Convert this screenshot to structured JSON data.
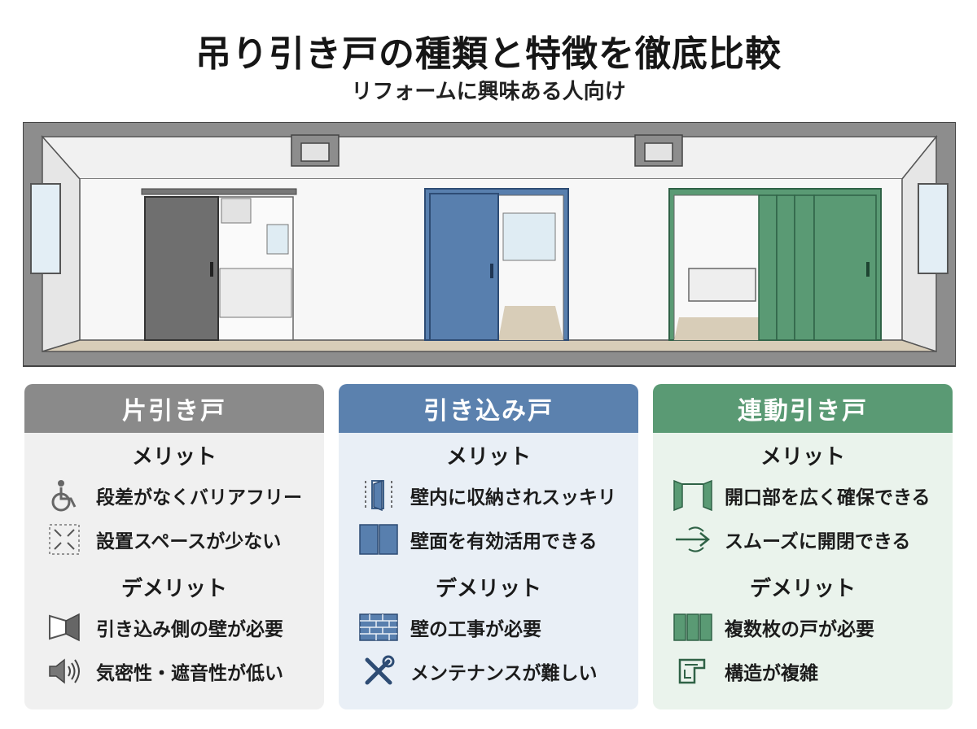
{
  "title": "吊り引き戸の種類と特徴を徹底比較",
  "subtitle": "リフォームに興味ある人向け",
  "colors": {
    "gray_header": "#8a8a8a",
    "blue_header": "#5b81ae",
    "green_header": "#5a9a74",
    "blue_door": "#587fae",
    "green_door": "#5a9a74",
    "gray_door": "#6f6f6f"
  },
  "panels": [
    {
      "name": "片引き戸",
      "merit_title": "メリット",
      "merits": [
        {
          "icon": "wheelchair-icon",
          "text": "段差がなくバリアフリー"
        },
        {
          "icon": "compact-arrows-icon",
          "text": "設置スペースが少ない"
        }
      ],
      "demerit_title": "デメリット",
      "demerits": [
        {
          "icon": "wall-side-icon",
          "text": "引き込み側の壁が必要"
        },
        {
          "icon": "speaker-icon",
          "text": "気密性・遮音性が低い"
        }
      ]
    },
    {
      "name": "引き込み戸",
      "merit_title": "メリット",
      "merits": [
        {
          "icon": "door-in-wall-icon",
          "text": "壁内に収納されスッキリ"
        },
        {
          "icon": "wall-panel-icon",
          "text": "壁面を有効活用できる"
        }
      ],
      "demerit_title": "デメリット",
      "demerits": [
        {
          "icon": "brick-wall-icon",
          "text": "壁の工事が必要"
        },
        {
          "icon": "tools-icon",
          "text": "メンテナンスが難しい"
        }
      ]
    },
    {
      "name": "連動引き戸",
      "merit_title": "メリット",
      "merits": [
        {
          "icon": "wide-opening-icon",
          "text": "開口部を広く確保できる"
        },
        {
          "icon": "smooth-slide-icon",
          "text": "スムーズに開閉できる"
        }
      ],
      "demerit_title": "デメリット",
      "demerits": [
        {
          "icon": "multi-panel-icon",
          "text": "複数枚の戸が必要"
        },
        {
          "icon": "complex-structure-icon",
          "text": "構造が複雑"
        }
      ]
    }
  ]
}
